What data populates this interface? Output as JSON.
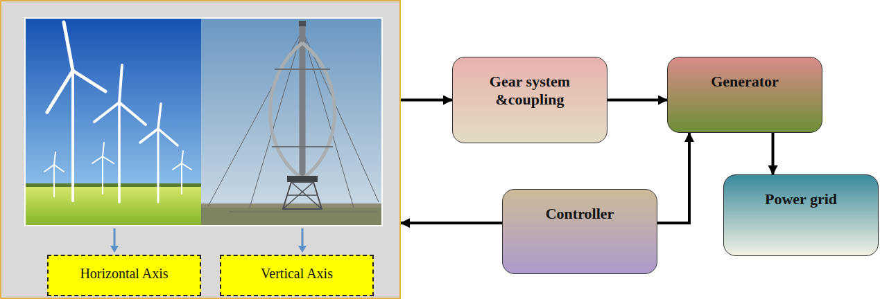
{
  "diagram": {
    "nodes": [
      {
        "text": []
      },
      {
        "text": [
          "Horizontal Axis"
        ],
        "in": 0
      },
      {
        "text": [
          "Vertical Axis"
        ],
        "in": 0
      },
      {
        "text": [
          "Gear system &coupling"
        ]
      },
      {
        "text": [
          "Generator"
        ]
      },
      {
        "text": [
          "Power grid"
        ]
      },
      {
        "text": [
          "Controller"
        ]
      }
    ],
    "edges": [
      {
        "from": 0,
        "to": 3,
        "arrow": "to"
      },
      {
        "from": 3,
        "to": 4,
        "arrow": "to"
      },
      {
        "from": 4,
        "to": 5,
        "arrow": "to"
      },
      {
        "from": 6,
        "to": 4,
        "arrow": "to"
      },
      {
        "from": 6,
        "to": 0,
        "arrow": "to"
      }
    ]
  }
}
